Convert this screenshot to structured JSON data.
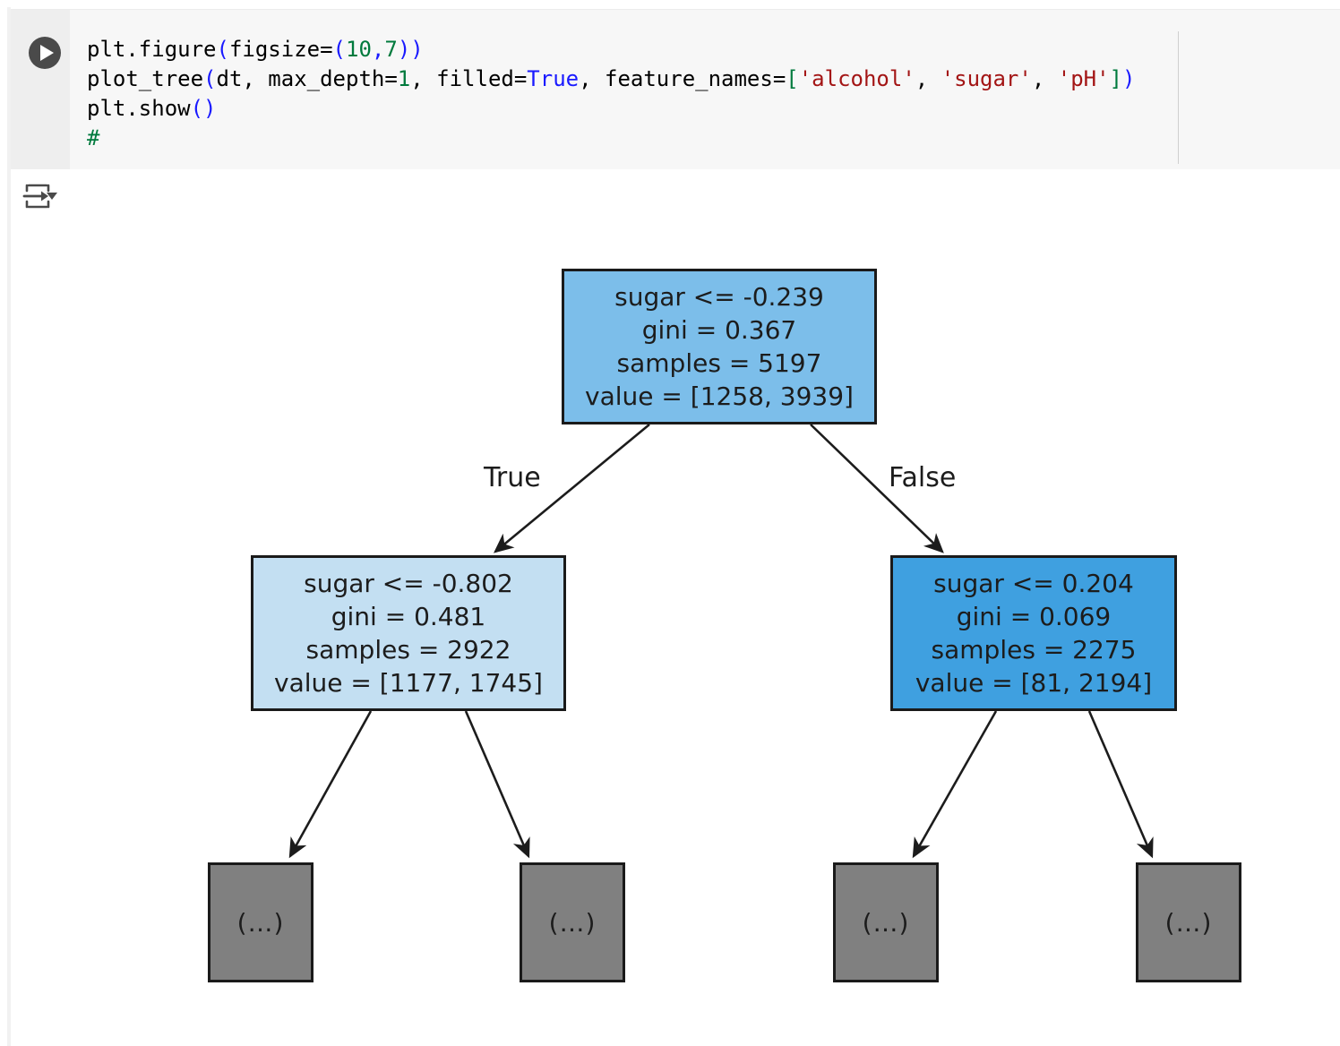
{
  "notebook": {
    "run_button": "run-cell",
    "output_actions": "output-actions-menu",
    "code_lines": [
      "plt.figure(figsize=(10,7))",
      "plot_tree(dt, max_depth=1, filled=True, feature_names=['alcohol', 'sugar', 'pH'])",
      "plt.show()",
      "#"
    ],
    "code_tokens": {
      "l1_a": "plt.figure",
      "l1_b": "(",
      "l1_c": "figsize=",
      "l1_d": "(",
      "l1_e": "10",
      "l1_f": ",",
      "l1_g": "7",
      "l1_h": "))",
      "l2_a": "plot_tree",
      "l2_b": "(",
      "l2_c": "dt, max_depth=",
      "l2_d": "1",
      "l2_e": ", filled=",
      "l2_f": "True",
      "l2_g": ", feature_names=",
      "l2_h": "[",
      "l2_i": "'alcohol'",
      "l2_j": ", ",
      "l2_k": "'sugar'",
      "l2_l": ", ",
      "l2_m": "'pH'",
      "l2_n": "]",
      "l2_o": ")",
      "l3_a": "plt.show",
      "l3_b": "()",
      "l4_a": "#"
    }
  },
  "chart_data": {
    "type": "diagram",
    "chart_kind": "decision-tree",
    "title": "",
    "feature_names": [
      "alcohol",
      "sugar",
      "pH"
    ],
    "max_depth_shown": 1,
    "filled": true,
    "class_count": 2,
    "edge_labels": {
      "left": "True",
      "right": "False"
    },
    "leaf_placeholder": "(…)",
    "colors": {
      "root_fill": "#7cbeea",
      "left_child_fill": "#c3dff2",
      "right_child_fill": "#3fa0e0",
      "leaf_fill": "#808080",
      "node_border": "#1a1a1a",
      "edge_stroke": "#1c1c1c",
      "text": "#1c1c1c"
    },
    "nodes": [
      {
        "id": "root",
        "label": "sugar <= -0.239\ngini = 0.367\nsamples = 5197\nvalue = [1258, 3939]",
        "feature": "sugar",
        "threshold": -0.239,
        "gini": 0.367,
        "samples": 5197,
        "value": [
          1258,
          3939
        ],
        "fill": "#7cbeea",
        "is_leaf": false
      },
      {
        "id": "left",
        "label": "sugar <= -0.802\ngini = 0.481\nsamples = 2922\nvalue = [1177, 1745]",
        "feature": "sugar",
        "threshold": -0.802,
        "gini": 0.481,
        "samples": 2922,
        "value": [
          1177,
          1745
        ],
        "fill": "#c3dff2",
        "is_leaf": false
      },
      {
        "id": "right",
        "label": "sugar <= 0.204\ngini = 0.069\nsamples = 2275\nvalue = [81, 2194]",
        "feature": "sugar",
        "threshold": 0.204,
        "gini": 0.069,
        "samples": 2275,
        "value": [
          81,
          2194
        ],
        "fill": "#3fa0e0",
        "is_leaf": false
      },
      {
        "id": "leaf1",
        "label": "(…)",
        "is_leaf": true,
        "fill": "#808080"
      },
      {
        "id": "leaf2",
        "label": "(…)",
        "is_leaf": true,
        "fill": "#808080"
      },
      {
        "id": "leaf3",
        "label": "(…)",
        "is_leaf": true,
        "fill": "#808080"
      },
      {
        "id": "leaf4",
        "label": "(…)",
        "is_leaf": true,
        "fill": "#808080"
      }
    ],
    "edges": [
      {
        "from": "root",
        "to": "left",
        "label": "True"
      },
      {
        "from": "root",
        "to": "right",
        "label": "False"
      },
      {
        "from": "left",
        "to": "leaf1",
        "label": ""
      },
      {
        "from": "left",
        "to": "leaf2",
        "label": ""
      },
      {
        "from": "right",
        "to": "leaf3",
        "label": ""
      },
      {
        "from": "right",
        "to": "leaf4",
        "label": ""
      }
    ]
  }
}
